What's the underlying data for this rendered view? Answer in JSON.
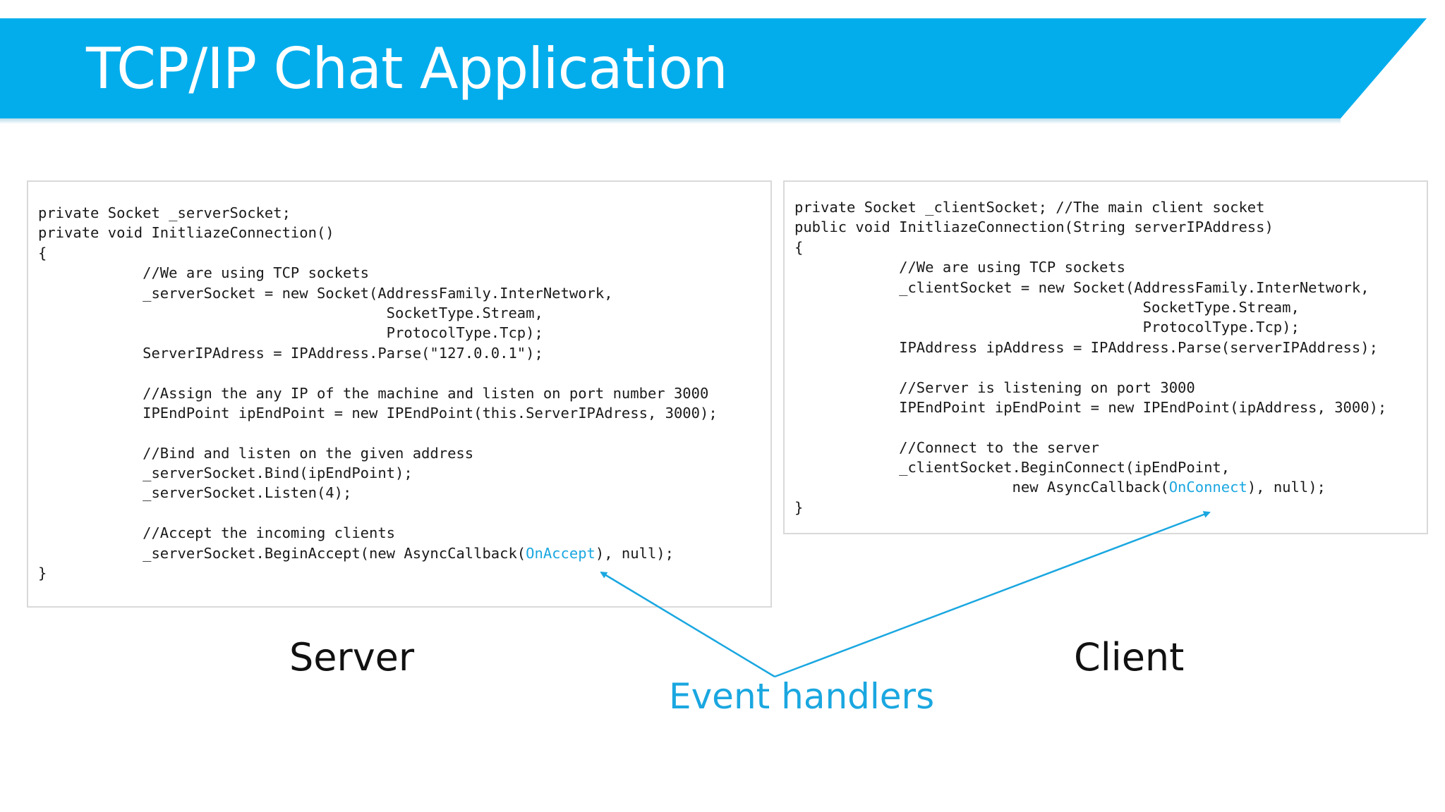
{
  "slide": {
    "title": "TCP/IP Chat Application",
    "accent_color": "#03adec",
    "highlight_color": "#1aa7e0"
  },
  "server_code": {
    "lines": [
      [
        {
          "t": "private Socket _serverSocket;"
        }
      ],
      [
        {
          "t": "private void InitliazeConnection()"
        }
      ],
      [
        {
          "t": "{"
        }
      ],
      [
        {
          "t": "            //We are using TCP sockets"
        }
      ],
      [
        {
          "t": "            _serverSocket = new Socket(AddressFamily.InterNetwork,"
        }
      ],
      [
        {
          "t": "                                        SocketType.Stream,"
        }
      ],
      [
        {
          "t": "                                        ProtocolType.Tcp);"
        }
      ],
      [
        {
          "t": "            ServerIPAdress = IPAddress.Parse(\"127.0.0.1\");"
        }
      ],
      [
        {
          "t": ""
        }
      ],
      [
        {
          "t": "            //Assign the any IP of the machine and listen on port number 3000"
        }
      ],
      [
        {
          "t": "            IPEndPoint ipEndPoint = new IPEndPoint(this.ServerIPAdress, 3000);"
        }
      ],
      [
        {
          "t": ""
        }
      ],
      [
        {
          "t": "            //Bind and listen on the given address"
        }
      ],
      [
        {
          "t": "            _serverSocket.Bind(ipEndPoint);"
        }
      ],
      [
        {
          "t": "            _serverSocket.Listen(4);"
        }
      ],
      [
        {
          "t": ""
        }
      ],
      [
        {
          "t": "            //Accept the incoming clients"
        }
      ],
      [
        {
          "t": "            _serverSocket.BeginAccept(new AsyncCallback("
        },
        {
          "t": "OnAccept",
          "hl": true
        },
        {
          "t": "), null);"
        }
      ],
      [
        {
          "t": "}"
        }
      ]
    ]
  },
  "client_code": {
    "lines": [
      [
        {
          "t": "private Socket _clientSocket; //The main client socket"
        }
      ],
      [
        {
          "t": "public void InitliazeConnection(String serverIPAddress)"
        }
      ],
      [
        {
          "t": "{"
        }
      ],
      [
        {
          "t": "            //We are using TCP sockets"
        }
      ],
      [
        {
          "t": "            _clientSocket = new Socket(AddressFamily.InterNetwork,"
        }
      ],
      [
        {
          "t": "                                        SocketType.Stream,"
        }
      ],
      [
        {
          "t": "                                        ProtocolType.Tcp);"
        }
      ],
      [
        {
          "t": "            IPAddress ipAddress = IPAddress.Parse(serverIPAddress);"
        }
      ],
      [
        {
          "t": ""
        }
      ],
      [
        {
          "t": "            //Server is listening on port 3000"
        }
      ],
      [
        {
          "t": "            IPEndPoint ipEndPoint = new IPEndPoint(ipAddress, 3000);"
        }
      ],
      [
        {
          "t": ""
        }
      ],
      [
        {
          "t": "            //Connect to the server"
        }
      ],
      [
        {
          "t": "            _clientSocket.BeginConnect(ipEndPoint,"
        }
      ],
      [
        {
          "t": "                         new AsyncCallback("
        },
        {
          "t": "OnConnect",
          "hl": true
        },
        {
          "t": "), null);"
        }
      ],
      [
        {
          "t": "}"
        }
      ]
    ]
  },
  "captions": {
    "server": "Server",
    "client": "Client",
    "event_handlers": "Event handlers"
  }
}
